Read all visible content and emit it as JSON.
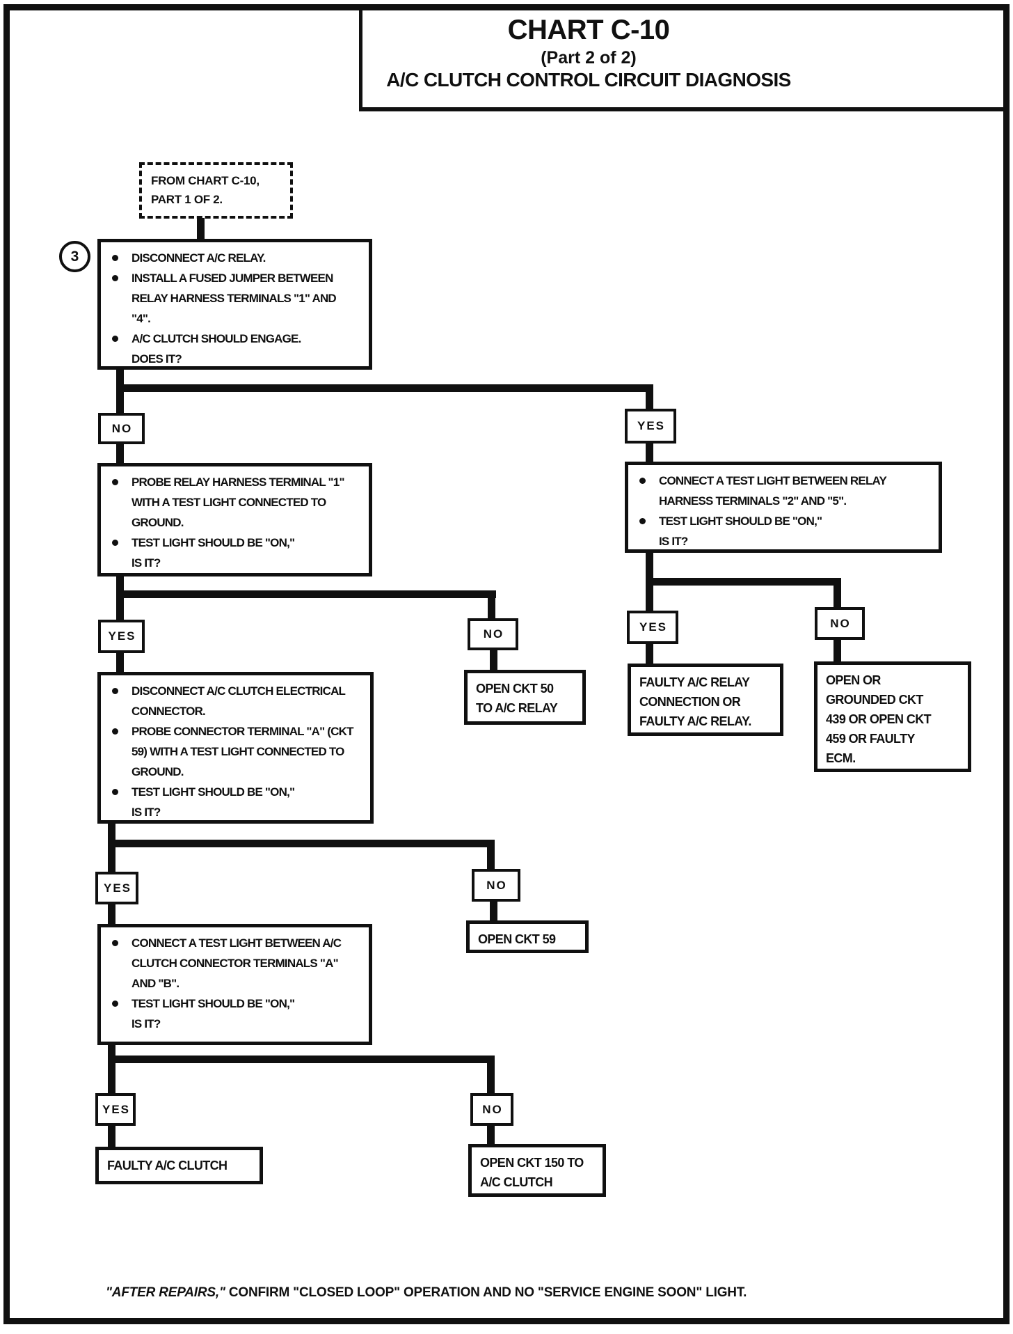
{
  "colors": {
    "ink": "#101010",
    "paper": "#ffffff"
  },
  "header": {
    "title": "CHART C-10",
    "part": "(Part 2 of 2)",
    "subtitle": "A/C CLUTCH CONTROL CIRCUIT DIAGNOSIS"
  },
  "flow": {
    "start_label": "FROM CHART C-10,\nPART 1 OF 2.",
    "step_marker": "3",
    "yes_label": "YES",
    "no_label": "NO",
    "decisions": {
      "jumper_test": {
        "bullets": [
          "DISCONNECT A/C RELAY.",
          "INSTALL A FUSED JUMPER BETWEEN\nRELAY HARNESS TERMINALS \"1\" AND\n\"4\".",
          "A/C CLUTCH SHOULD ENGAGE.\nDOES IT?"
        ]
      },
      "probe_relay_terminal_1": {
        "bullets": [
          "PROBE RELAY HARNESS TERMINAL \"1\"\nWITH A TEST LIGHT CONNECTED TO\nGROUND.",
          "TEST LIGHT SHOULD BE \"ON,\"\nIS IT?"
        ]
      },
      "relay_test_light_2_5": {
        "bullets": [
          "CONNECT A TEST LIGHT BETWEEN RELAY\nHARNESS TERMINALS \"2\" AND \"5\".",
          "TEST LIGHT SHOULD BE \"ON,\"\nIS IT?"
        ]
      },
      "probe_connector_terminal_a": {
        "bullets": [
          "DISCONNECT A/C CLUTCH ELECTRICAL\nCONNECTOR.",
          "PROBE CONNECTOR TERMINAL \"A\" (CKT\n59) WITH A TEST LIGHT CONNECTED TO\nGROUND.",
          "TEST LIGHT SHOULD BE \"ON,\"\nIS IT?"
        ]
      },
      "clutch_test_light_a_b": {
        "bullets": [
          "CONNECT A TEST LIGHT BETWEEN A/C\nCLUTCH CONNECTOR TERMINALS \"A\"\nAND \"B\".",
          "TEST LIGHT SHOULD BE \"ON,\"\nIS IT?"
        ]
      }
    },
    "outcomes": {
      "open_ckt_50": "OPEN CKT 50\nTO A/C RELAY",
      "faulty_relay": "FAULTY A/C RELAY\nCONNECTION OR\nFAULTY A/C RELAY.",
      "open_grounded_ckt": "OPEN OR\nGROUNDED CKT\n439 OR OPEN CKT\n459 OR FAULTY\nECM.",
      "open_ckt_59": "OPEN CKT 59",
      "faulty_clutch": "FAULTY A/C CLUTCH",
      "open_ckt_150": "OPEN CKT 150 TO\nA/C CLUTCH"
    }
  },
  "footer": {
    "italic": "\"AFTER REPAIRS,\"",
    "rest": " CONFIRM \"CLOSED LOOP\" OPERATION AND NO \"SERVICE ENGINE SOON\" LIGHT."
  }
}
